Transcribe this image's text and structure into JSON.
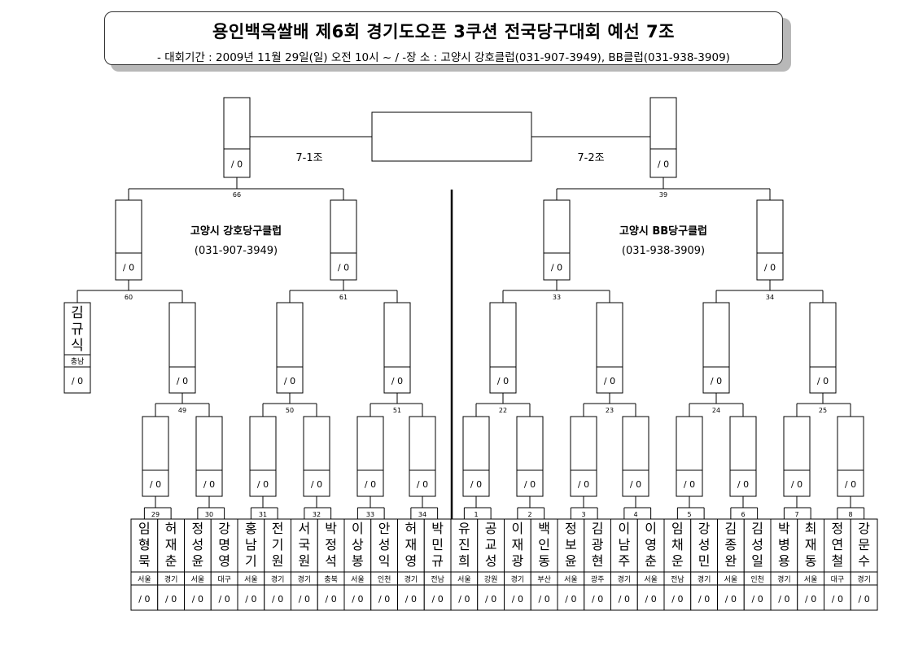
{
  "header": {
    "title": "용인백옥쌀배 제6회 경기도오픈 3쿠션 전국당구대회 예선 7조",
    "info": "- 대회기간 : 2009년 11월 29일(일) 오전 10시 ~  / -장 소 : 고양시 강호클럽(031-907-3949), BB클럽(031-938-3909)"
  },
  "groups": {
    "left": "7-1조",
    "right": "7-2조"
  },
  "venues": {
    "left": {
      "name": "고양시 강호당구클럽",
      "phone": "(031-907-3949)"
    },
    "right": {
      "name": "고양시 BB당구클럽",
      "phone": "(031-938-3909)"
    }
  },
  "score_mark": "/ 0",
  "matches": {
    "semi_left": "66",
    "semi_right": "39",
    "l3a": "60",
    "l3b": "61",
    "r3a": "33",
    "r3b": "34",
    "l2a": "49",
    "l2b": "50",
    "l2c": "51",
    "r2a": "22",
    "r2b": "23",
    "r2c": "24",
    "r2d": "25",
    "r1": [
      "29",
      "30",
      "31",
      "32",
      "33",
      "34",
      "1",
      "2",
      "3",
      "4",
      "5",
      "6",
      "7",
      "8"
    ]
  },
  "bye_player": {
    "name": "김규식",
    "region": "충남"
  },
  "players": [
    {
      "name": "임형묵",
      "region": "서울"
    },
    {
      "name": "허재춘",
      "region": "경기"
    },
    {
      "name": "정성윤",
      "region": "서울"
    },
    {
      "name": "강명영",
      "region": "대구"
    },
    {
      "name": "홍남기",
      "region": "서울"
    },
    {
      "name": "전기원",
      "region": "경기"
    },
    {
      "name": "서국원",
      "region": "경기"
    },
    {
      "name": "박정석",
      "region": "충북"
    },
    {
      "name": "이상봉",
      "region": "서울"
    },
    {
      "name": "안성익",
      "region": "인천"
    },
    {
      "name": "허재영",
      "region": "경기"
    },
    {
      "name": "박민규",
      "region": "전남"
    },
    {
      "name": "유진희",
      "region": "서울"
    },
    {
      "name": "공교성",
      "region": "강원"
    },
    {
      "name": "이재광",
      "region": "경기"
    },
    {
      "name": "백인동",
      "region": "부산"
    },
    {
      "name": "정보윤",
      "region": "서울"
    },
    {
      "name": "김광현",
      "region": "광주"
    },
    {
      "name": "이남주",
      "region": "경기"
    },
    {
      "name": "이영춘",
      "region": "서울"
    },
    {
      "name": "임채운",
      "region": "전남"
    },
    {
      "name": "강성민",
      "region": "경기"
    },
    {
      "name": "김종완",
      "region": "서울"
    },
    {
      "name": "김성일",
      "region": "인천"
    },
    {
      "name": "박병용",
      "region": "경기"
    },
    {
      "name": "최재동",
      "region": "서울"
    },
    {
      "name": "정연철",
      "region": "대구"
    },
    {
      "name": "강문수",
      "region": "경기"
    }
  ]
}
